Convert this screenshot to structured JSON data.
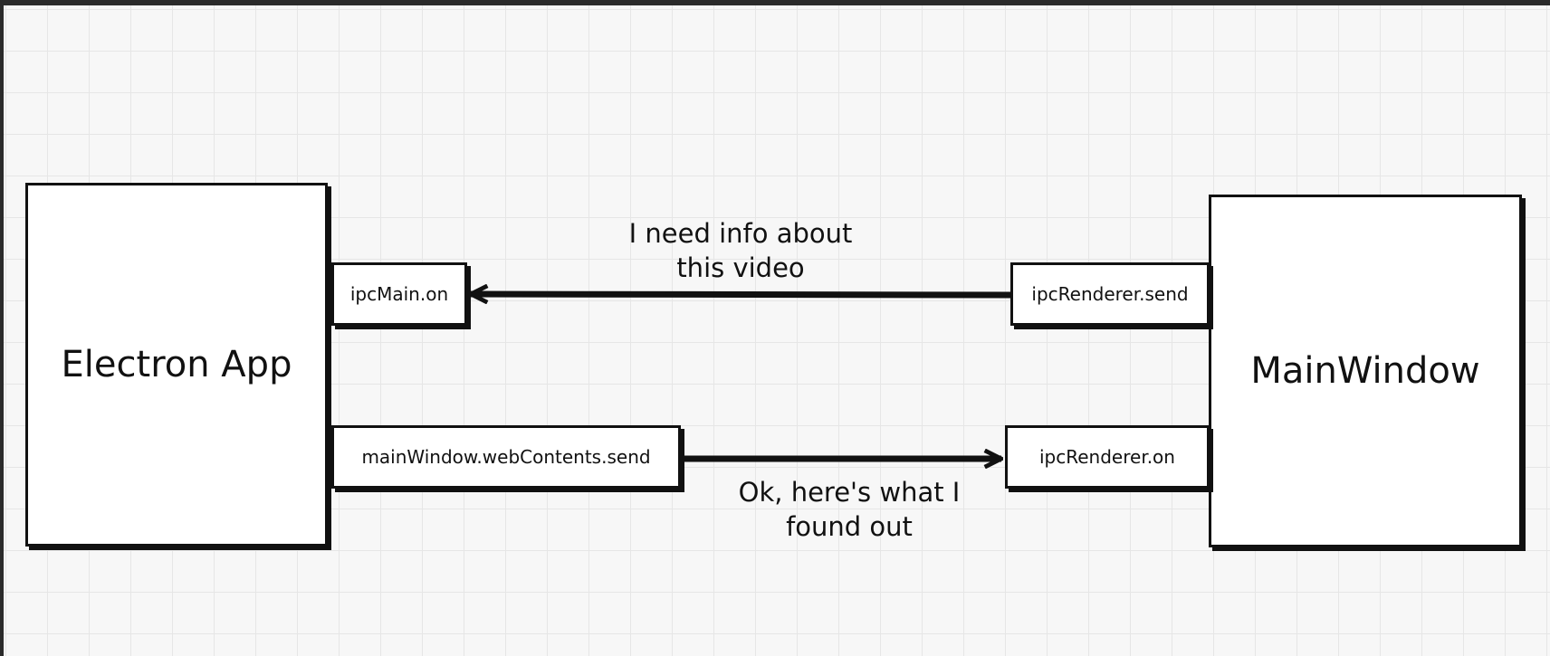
{
  "diagram": {
    "nodes": {
      "electron_app": "Electron App",
      "main_window": "MainWindow",
      "ipc_main_on": "ipcMain.on",
      "web_contents_send": "mainWindow.webContents.send",
      "ipc_renderer_send": "ipcRenderer.send",
      "ipc_renderer_on": "ipcRenderer.on"
    },
    "edges": [
      {
        "from": "ipc_renderer_send",
        "to": "ipc_main_on",
        "label_lines": [
          "I need info about",
          "this video"
        ]
      },
      {
        "from": "web_contents_send",
        "to": "ipc_renderer_on",
        "label_lines": [
          "Ok, here's what I",
          "found out"
        ]
      }
    ],
    "colors": {
      "stroke": "#111111",
      "box_fill": "#ffffff",
      "grid": "#e6e6e6",
      "background": "#f7f7f7"
    }
  }
}
